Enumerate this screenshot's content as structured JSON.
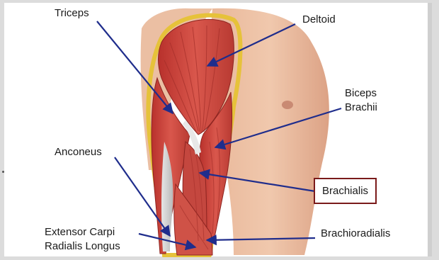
{
  "labels": {
    "triceps": "Triceps",
    "deltoid": "Deltoid",
    "biceps_line1": "Biceps",
    "biceps_line2": "Brachii",
    "anconeus": "Anconeus",
    "brachialis": "Brachialis",
    "extensor_line1": "Extensor Carpi",
    "extensor_line2": "Radialis Longus",
    "brachioradialis": "Brachioradialis"
  },
  "colors": {
    "arrow": "#1f2d8c",
    "highlight_box": "#7a1a1a",
    "muscle": "#c9403a",
    "skin": "#e8b79a",
    "fat_outline": "#e6c23a"
  }
}
